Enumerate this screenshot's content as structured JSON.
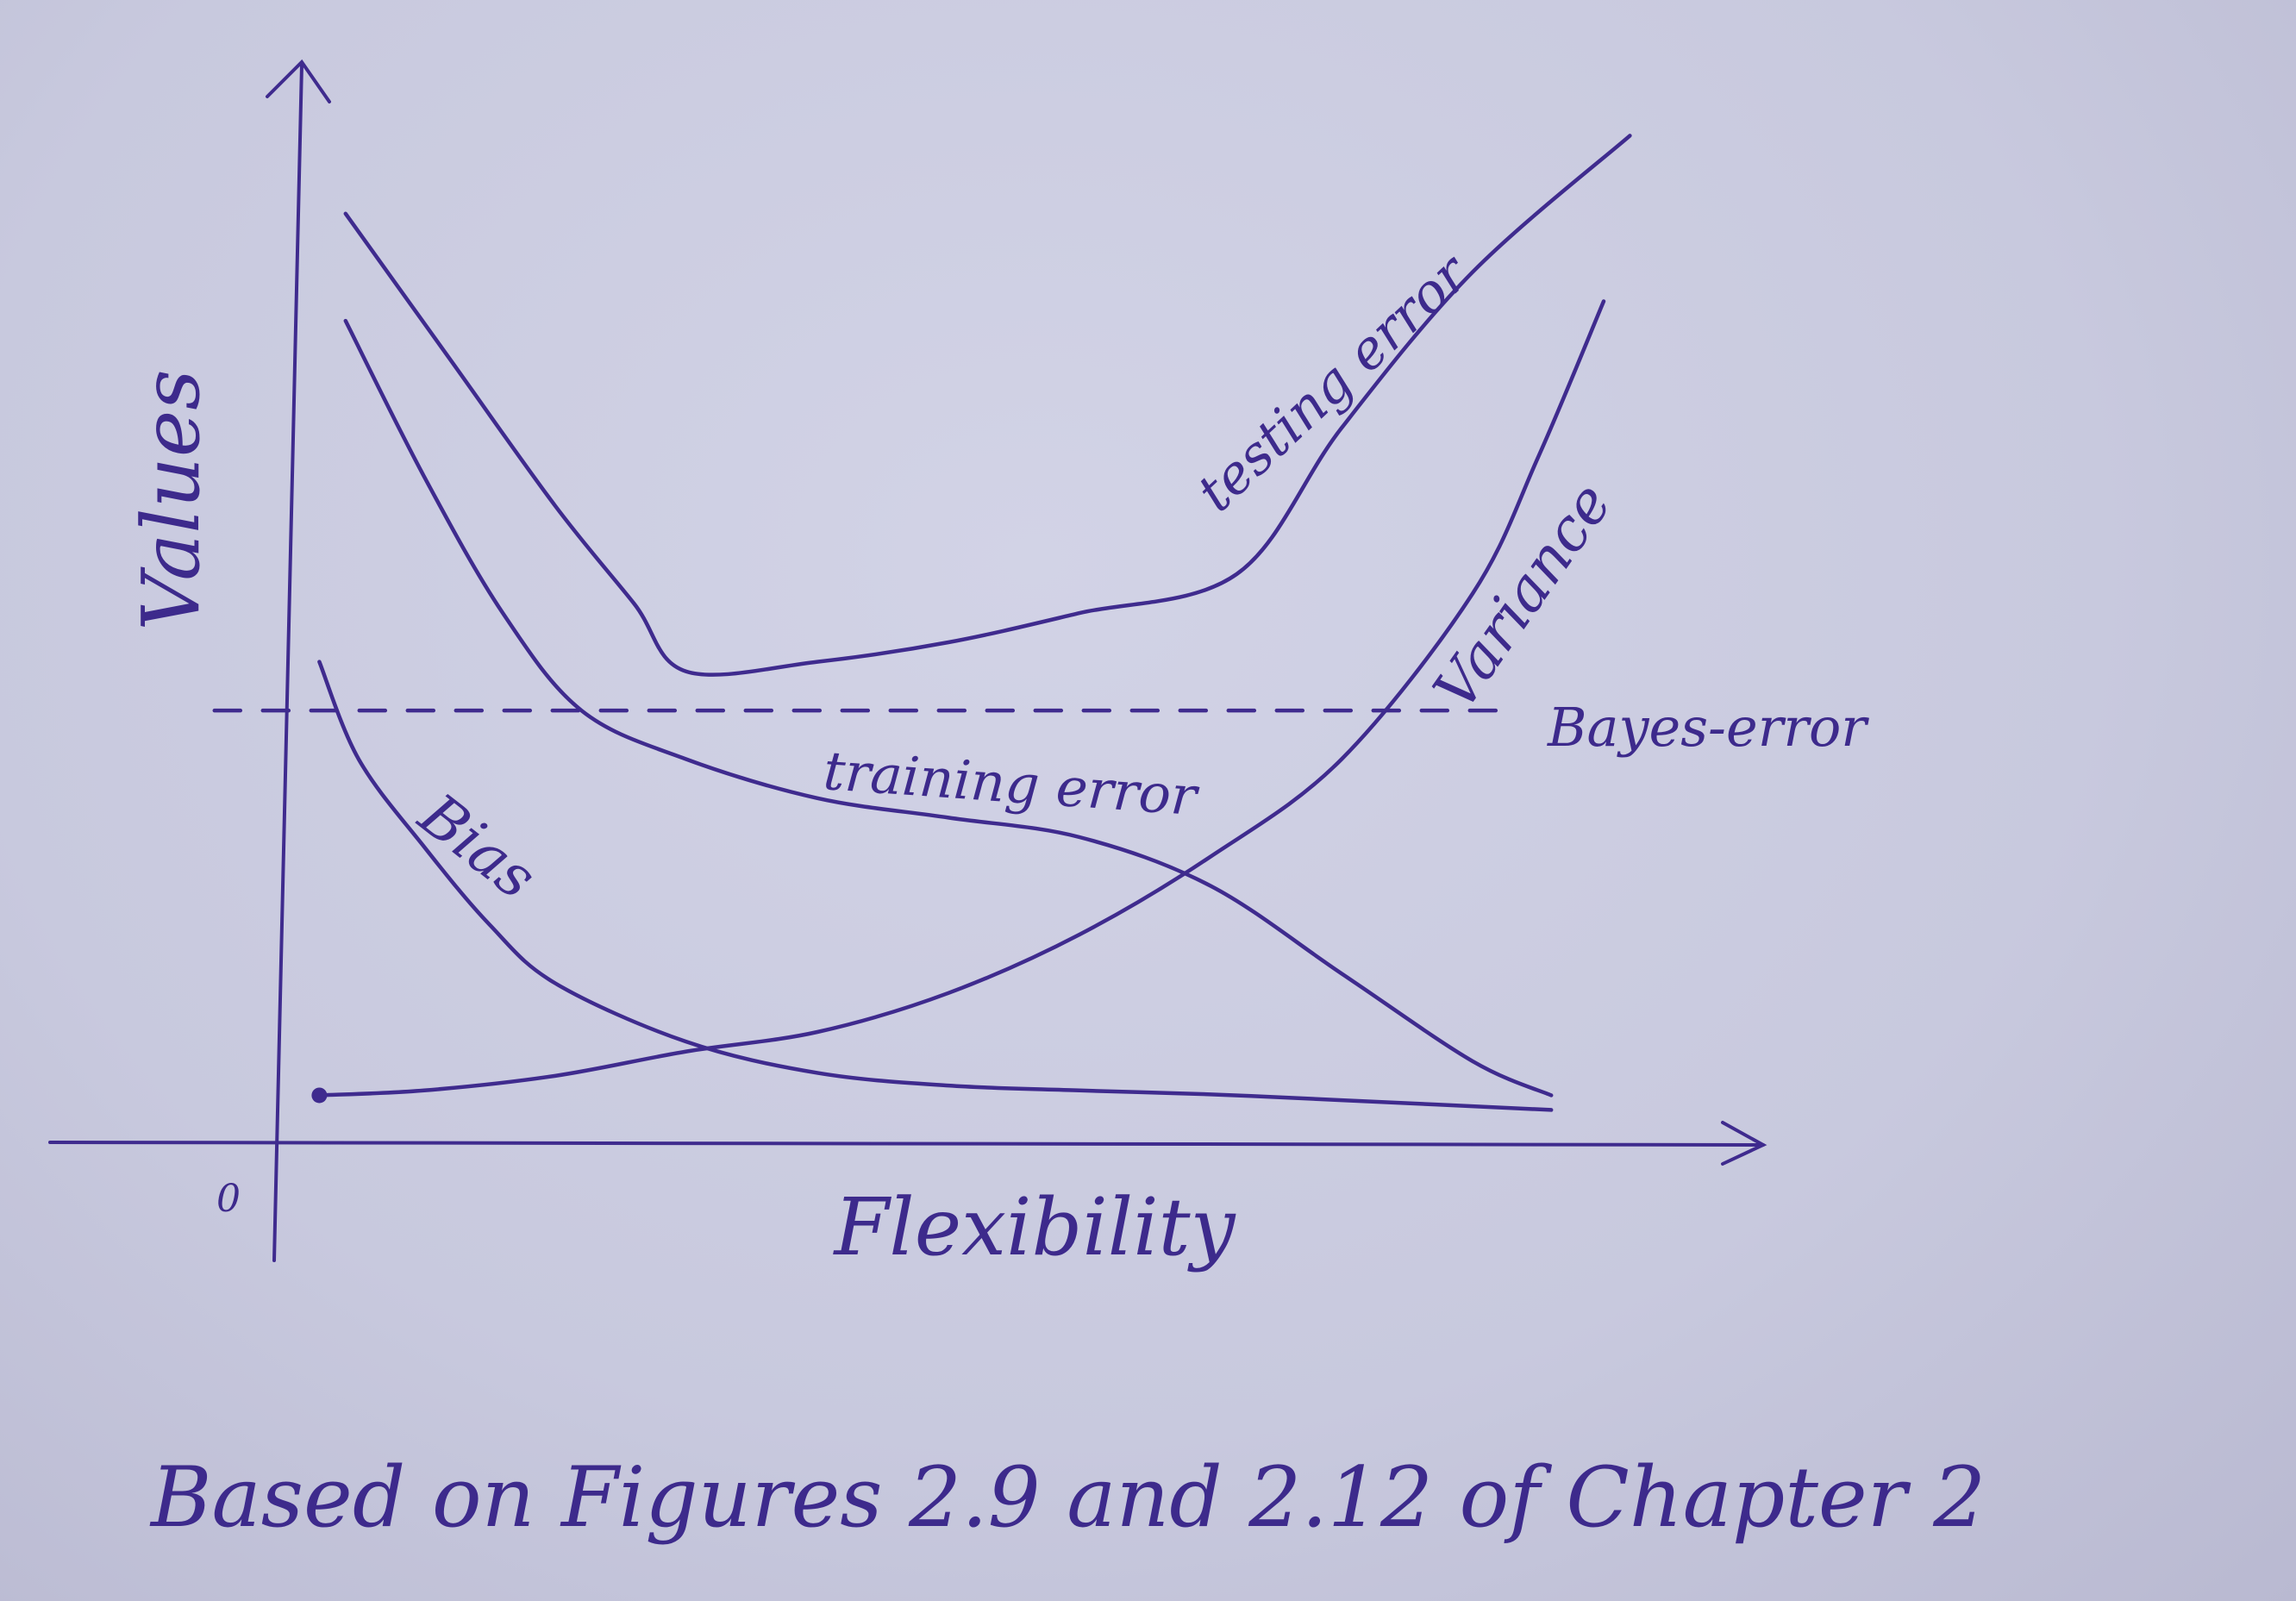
{
  "chart_data": {
    "type": "line",
    "xlabel": "Flexibility",
    "ylabel": "Values",
    "origin_label": "0",
    "xlim": [
      0,
      10
    ],
    "ylim": [
      0,
      10
    ],
    "grid": false,
    "caption": "Based on Figures 2.9 and 2.12 of Chapter 2",
    "series": [
      {
        "name": "testing error",
        "label_rot": -43,
        "x": [
          0.4,
          1.2,
          2.0,
          2.6,
          3.0,
          4.0,
          5.0,
          6.0,
          7.2,
          8.0,
          9.0,
          10.2
        ],
        "y": [
          9.4,
          7.9,
          6.4,
          5.4,
          4.7,
          4.8,
          5.0,
          5.3,
          5.7,
          7.2,
          8.8,
          10.2
        ]
      },
      {
        "name": "training error",
        "label_rot": 4,
        "x": [
          0.4,
          1.0,
          1.6,
          2.2,
          3.0,
          4.0,
          5.0,
          6.0,
          7.0,
          8.0,
          9.0,
          9.6
        ],
        "y": [
          8.3,
          6.7,
          5.3,
          4.3,
          3.8,
          3.4,
          3.2,
          3.0,
          2.5,
          1.6,
          0.7,
          0.35
        ]
      },
      {
        "name": "Bias",
        "label_rot": 38,
        "x": [
          0.2,
          0.5,
          1.0,
          1.5,
          2.0,
          3.0,
          4.0,
          5.0,
          6.0,
          7.0,
          8.0,
          9.6
        ],
        "y": [
          4.8,
          3.8,
          2.9,
          2.1,
          1.5,
          0.9,
          0.58,
          0.45,
          0.4,
          0.36,
          0.3,
          0.2
        ]
      },
      {
        "name": "Variance",
        "label_rot": -55,
        "x": [
          0.2,
          1.0,
          2.0,
          3.0,
          4.0,
          5.0,
          6.0,
          7.0,
          8.0,
          9.0,
          9.5,
          10.0
        ],
        "y": [
          0.35,
          0.4,
          0.55,
          0.8,
          1.0,
          1.4,
          2.0,
          2.8,
          3.8,
          5.5,
          6.9,
          8.5
        ]
      },
      {
        "name": "Bayes-error",
        "dashed": true,
        "x": [
          -0.6,
          9.2
        ],
        "y": [
          4.3,
          4.3
        ]
      }
    ]
  },
  "colors": {
    "ink": "#3f2b8e",
    "paper": "#cfd0e4"
  }
}
